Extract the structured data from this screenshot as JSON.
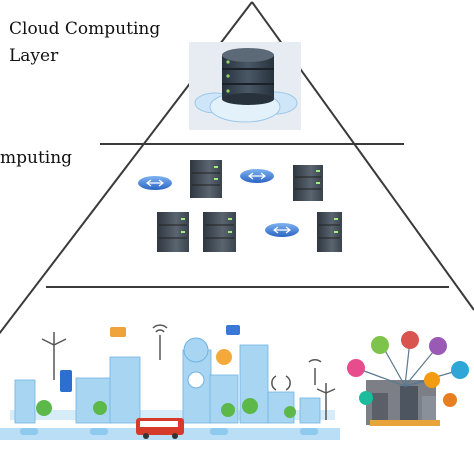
{
  "layers": {
    "cloud": {
      "label_line1": "Cloud Computing",
      "label_line2": "Layer"
    },
    "fog": {
      "label": "mputing"
    }
  },
  "colors": {
    "outline": "#3a3a3a",
    "server_dark": "#3d4752",
    "router_blue": "#3a78d8",
    "cloud_blue": "#cfe6f8",
    "city_blue": "#a8d6f2",
    "bus_red": "#d63a2a"
  },
  "icons": [
    "database-icon",
    "cloud-icon",
    "server-icon",
    "router-icon",
    "city-icon",
    "iot-tree-icon"
  ]
}
